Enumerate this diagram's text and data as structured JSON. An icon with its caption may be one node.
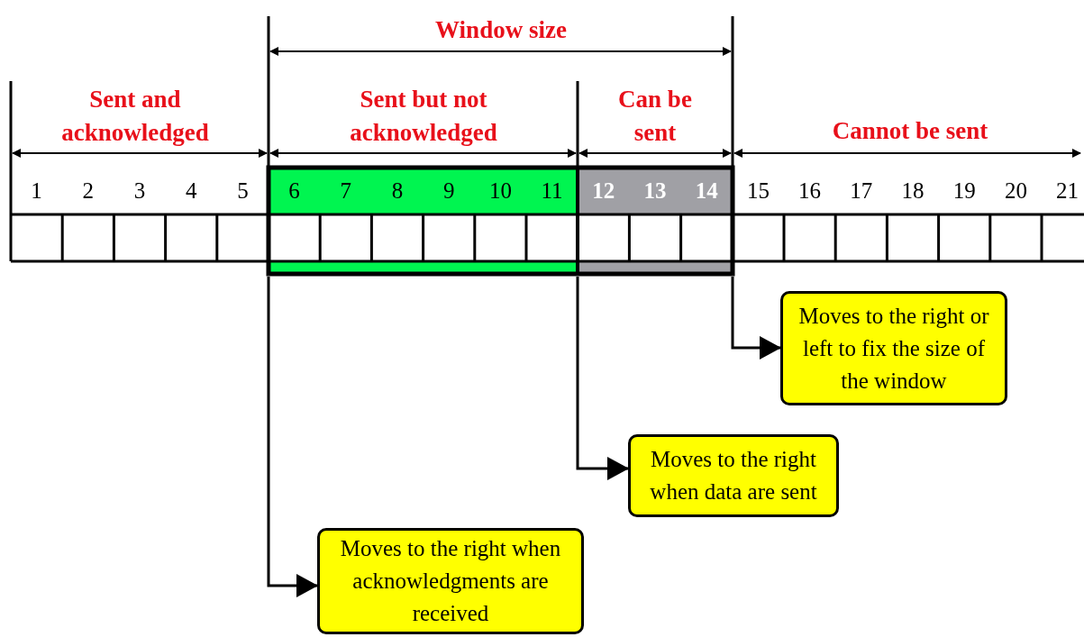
{
  "diagram": {
    "nodes": [
      {
        "text": [],
        "shape": "box"
      },
      {
        "text": [
          "Moves to the right or left to fix the size of the window"
        ]
      },
      {
        "text": [
          "Moves to the right when data are sent"
        ]
      },
      {
        "text": [
          "Moves to the right when acknowledgments are received"
        ]
      }
    ],
    "edges": [
      {
        "from": 0,
        "to": 1,
        "arrow": "to"
      },
      {
        "from": 0,
        "to": 2,
        "arrow": "to"
      },
      {
        "from": 0,
        "to": 3,
        "arrow": "to"
      }
    ],
    "labels": [
      "Window size",
      "Sent and acknowledged",
      "Sent but not acknowledged",
      "Can be sent",
      "Cannot be sent",
      "1",
      "2",
      "3",
      "4",
      "5",
      "6",
      "7",
      "8",
      "9",
      "10",
      "11",
      "12",
      "13",
      "14",
      "15",
      "16",
      "17",
      "18",
      "19",
      "20",
      "21"
    ]
  }
}
